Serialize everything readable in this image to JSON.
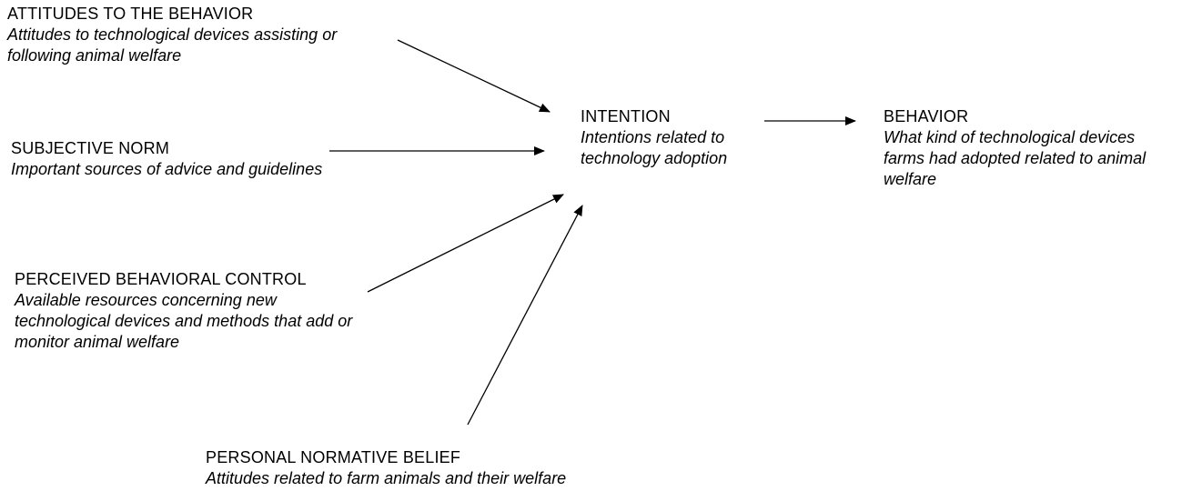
{
  "nodes": {
    "attitudes": {
      "title": "ATTITUDES TO THE BEHAVIOR",
      "desc_lines": [
        "Attitudes to technological devices assisting or",
        "following animal welfare"
      ]
    },
    "subjective_norm": {
      "title": "SUBJECTIVE NORM",
      "desc_lines": [
        "Important sources of advice and guidelines"
      ]
    },
    "pbc": {
      "title": "PERCEIVED BEHAVIORAL CONTROL",
      "desc_lines": [
        "Available resources concerning new",
        "technological devices and methods that add or",
        "monitor animal welfare"
      ]
    },
    "pnb": {
      "title": "PERSONAL NORMATIVE BELIEF",
      "desc_lines": [
        "Attitudes related to farm animals and their welfare"
      ]
    },
    "intention": {
      "title": "INTENTION",
      "desc_lines": [
        "Intentions related to",
        "technology adoption"
      ]
    },
    "behavior": {
      "title": "BEHAVIOR",
      "desc_lines": [
        "What kind of technological devices",
        "farms had adopted related to animal",
        "welfare"
      ]
    }
  },
  "edges": [
    {
      "from": "attitudes",
      "to": "intention"
    },
    {
      "from": "subjective_norm",
      "to": "intention"
    },
    {
      "from": "pbc",
      "to": "intention"
    },
    {
      "from": "pnb",
      "to": "intention"
    },
    {
      "from": "intention",
      "to": "behavior"
    }
  ],
  "colors": {
    "text": "#000000",
    "arrow": "#000000",
    "background": "#ffffff"
  }
}
